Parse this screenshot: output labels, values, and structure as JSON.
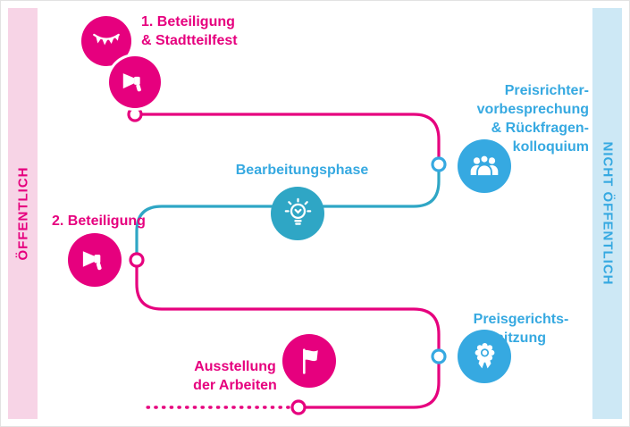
{
  "lanes": {
    "left": "ÖFFENTLICH",
    "right": "NICHT ÖFFENTLICH"
  },
  "steps": {
    "beteiligung1": {
      "label": "1. Beteiligung\n& Stadtteilfest",
      "icons": [
        "garland-icon",
        "megaphone-icon"
      ]
    },
    "preisrichter": {
      "label": "Preisrichter-\nvorbesprechung\n& Rückfragen-\nkolloquium",
      "icon": "audience-icon"
    },
    "bearbeitungsphase": {
      "label": "Bearbeitungsphase",
      "icon": "lightbulb-icon"
    },
    "beteiligung2": {
      "label": "2. Beteiligung",
      "icon": "megaphone-icon"
    },
    "preisgericht": {
      "label": "Preisgerichts-\nsitzung",
      "icon": "award-icon"
    },
    "ausstellung": {
      "label": "Ausstellung\nder Arbeiten",
      "icon": "flag-icon"
    }
  },
  "colors": {
    "pink": "#e6007e",
    "pink_light": "#f7d4e6",
    "blue": "#36a9e1",
    "teal": "#2fa6c5",
    "blue_light": "#cde8f5"
  }
}
